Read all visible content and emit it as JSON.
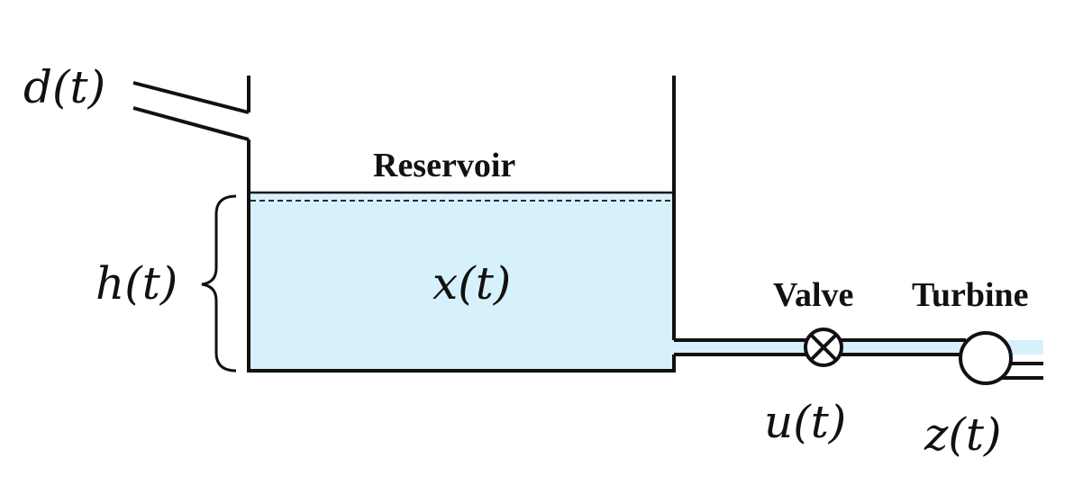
{
  "labels": {
    "inflow": "d(t)",
    "height": "h(t)",
    "state": "x(t)",
    "reservoir": "Reservoir",
    "valve": "Valve",
    "turbine": "Turbine",
    "valve_signal": "u(t)",
    "turbine_signal": "z(t)"
  },
  "colors": {
    "water": "#d6f1fb",
    "stroke": "#111111"
  },
  "icons": {
    "valve": "valve-cross-icon",
    "turbine": "turbine-circle-icon"
  }
}
